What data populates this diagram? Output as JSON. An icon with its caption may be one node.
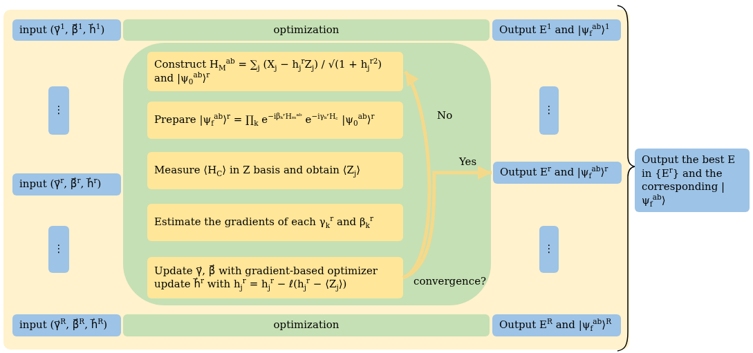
{
  "diagram": {
    "nodes": [
      {
        "text": [
          "input (γ⃗$^{1}$, β⃗$^{1}$, h⃗$^{1}$)"
        ]
      },
      {
        "text": [
          "optimization"
        ]
      },
      {
        "text": [
          "Output E$^{1}$ and |ψ$_{f}$$^{ab}$⟩$^{1}$"
        ]
      },
      {
        "text": [
          "⋮"
        ]
      },
      {
        "text": [],
        "shape": "box"
      },
      {
        "text": [
          "Construct H$_{M}$$^{ab}$ = ∑$_{j}$ (X$_{j}$ − h$_{j}$$^{r}$Z$_{j}$) / √(1 + h$_{j}$$^{r2}$) and |ψ$_{0}$$^{ab}$⟩$^{r}$"
        ],
        "in": 4
      },
      {
        "text": [
          "Prepare |ψ$_{f}$$^{ab}$⟩$^{r}$ = ∏$_{k}$ e$^{−iβₖʳHₘᵃᵇ}$ e$^{−iγₖʳH꜀}$ |ψ$_{0}$$^{ab}$⟩$^{r}$"
        ],
        "in": 4
      },
      {
        "text": [
          "Measure ⟨H$_{C}$⟩ in Z basis and obtain ⟨Z$_{j}$⟩"
        ],
        "in": 4
      },
      {
        "text": [
          "Estimate the gradients of each γ$_{k}$$^{r}$ and β$_{k}$$^{r}$"
        ],
        "in": 4
      },
      {
        "text": [
          "Update γ⃗, β⃗ with gradient-based optimizer",
          "update h⃗$^{r}$ with h$_{j}$$^{r}$ = h$_{j}$$^{r}$ − ℓ(h$_{j}$$^{r}$ − ⟨Z$_{j}$⟩)"
        ],
        "in": 4
      },
      {
        "text": [
          "⋮"
        ]
      },
      {
        "text": [
          "input (γ⃗$^{r}$, β⃗$^{r}$, h⃗$^{r}$)"
        ]
      },
      {
        "text": [
          "Output E$^{r}$ and |ψ$_{f}$$^{ab}$⟩$^{r}$"
        ]
      },
      {
        "text": [
          "⋮"
        ]
      },
      {
        "text": [
          "⋮"
        ]
      },
      {
        "text": [
          "input (γ⃗$^{R}$, β⃗$^{R}$, h⃗$^{R}$)"
        ]
      },
      {
        "text": [
          "optimization"
        ]
      },
      {
        "text": [
          "Output E$^{R}$ and |ψ$_{f}$$^{ab}$⟩$^{R}$"
        ]
      },
      {
        "text": [
          "Output the best E in {E$^{r}$} and the corresponding |ψ$_{f}$$^{ab}$⟩"
        ]
      }
    ],
    "edges": [
      {
        "from": 9,
        "to": 5,
        "arrow": "to",
        "label": "No"
      },
      {
        "from": 9,
        "to": 12,
        "arrow": "to",
        "label": "Yes"
      }
    ],
    "labels": [
      "convergence?"
    ]
  }
}
